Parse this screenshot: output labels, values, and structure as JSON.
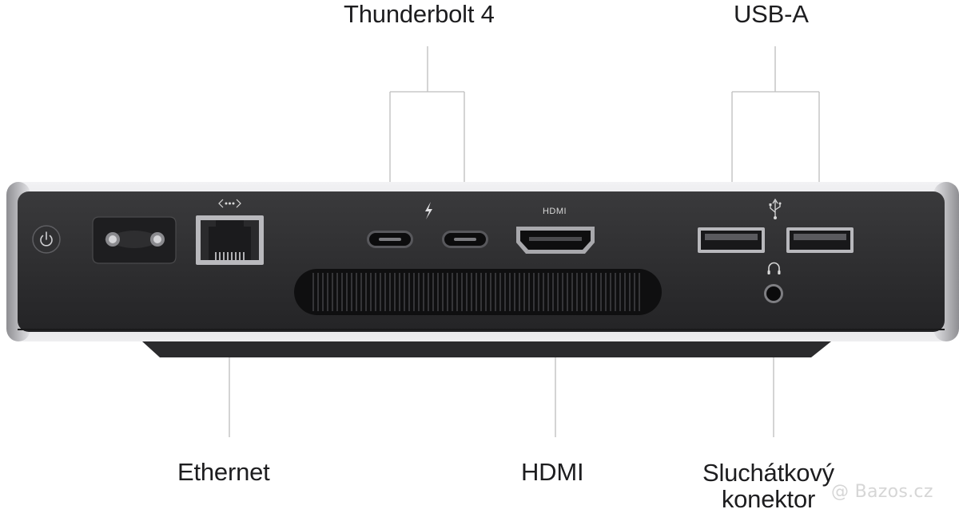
{
  "callouts": {
    "thunderbolt": "Thunderbolt 4",
    "usba": "USB-A",
    "ethernet": "Ethernet",
    "hdmi": "HDMI",
    "headphone_line1": "Sluchátkový",
    "headphone_line2": "konektor"
  },
  "port_labels": {
    "hdmi": "HDMI"
  },
  "watermark": {
    "text": "@ Bazos.cz"
  },
  "icons": {
    "power": "power-icon",
    "ethernet": "ethernet-icon",
    "thunderbolt": "thunderbolt-icon",
    "usb": "usb-icon",
    "headphone": "headphone-icon"
  },
  "colors": {
    "panel": "#2c2c2e",
    "aluminum": "#d9d9dc",
    "leader_line": "#bdbdbd",
    "text": "#1d1d1f"
  }
}
